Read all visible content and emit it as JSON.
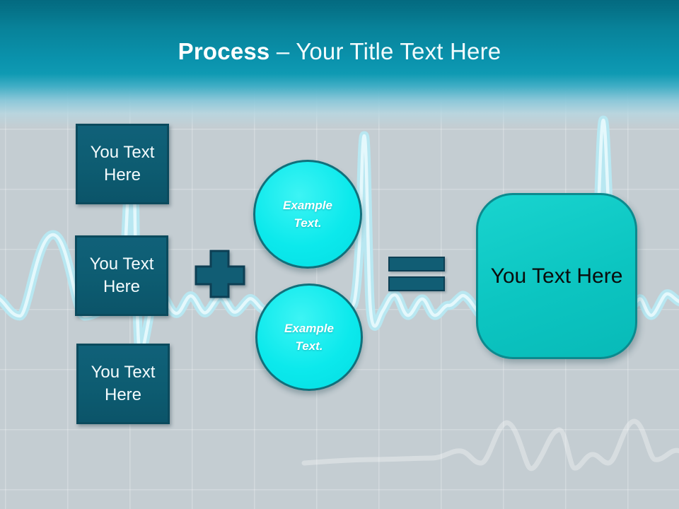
{
  "slide": {
    "title": {
      "prefix_bold": "Process",
      "separator": " – ",
      "suffix": "Your Title Text Here"
    }
  },
  "diagram": {
    "input_boxes": [
      {
        "label": "You Text Here"
      },
      {
        "label": "You Text Here"
      },
      {
        "label": "You Text Here"
      }
    ],
    "operators": [
      {
        "icon": "plus-icon",
        "meaning": "+"
      },
      {
        "icon": "equals-icon",
        "meaning": "="
      }
    ],
    "example_circles": [
      {
        "label": "Example Text."
      },
      {
        "label": "Example Text."
      }
    ],
    "result_box": {
      "label": "You Text Here"
    }
  },
  "background": {
    "motif": "ecg-heartbeat-line",
    "grid": "faint square grid"
  },
  "colors": {
    "header_teal_top": "#046a80",
    "header_teal_mid": "#0a92ac",
    "body_background": "#c4cdd2",
    "box_fill": "#0d5c71",
    "box_border": "#0b4a5d",
    "operator_fill": "#115d74",
    "operator_border": "#0d3f54",
    "circle_fill": "#0ce9ec",
    "circle_border": "#11707b",
    "result_fill": "#0cc5c1",
    "result_border": "#0c8a8e",
    "ecg_line": "#bfeaf3",
    "title_text": "#ffffff",
    "box_text": "#f4fbfd",
    "result_text": "#0a0c0c"
  }
}
